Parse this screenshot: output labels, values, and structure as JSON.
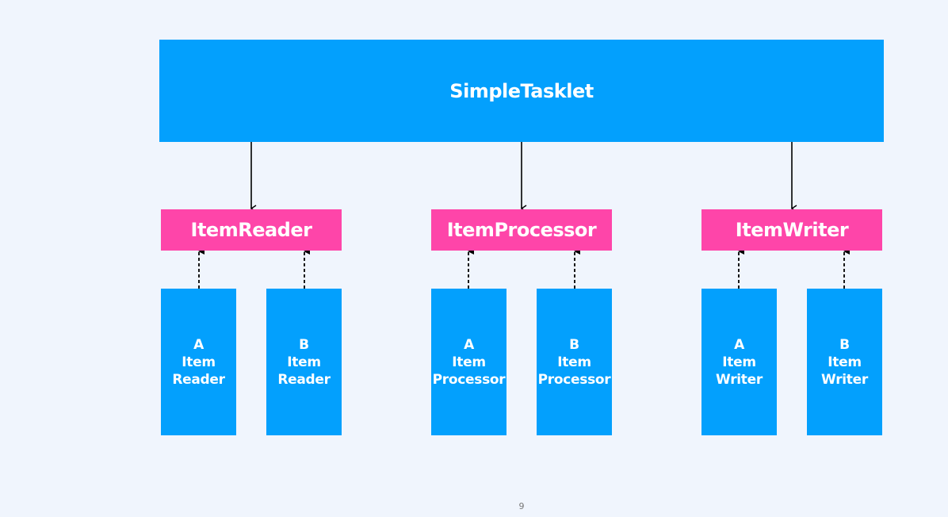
{
  "top": {
    "label": "SimpleTasklet"
  },
  "interfaces": [
    {
      "label": "ItemReader"
    },
    {
      "label": "ItemProcessor"
    },
    {
      "label": "ItemWriter"
    }
  ],
  "implementations": [
    {
      "letter": "A",
      "line1": "Item",
      "line2": "Reader"
    },
    {
      "letter": "B",
      "line1": "Item",
      "line2": "Reader"
    },
    {
      "letter": "A",
      "line1": "Item",
      "line2": "Processor"
    },
    {
      "letter": "B",
      "line1": "Item",
      "line2": "Processor"
    },
    {
      "letter": "A",
      "line1": "Item",
      "line2": "Writer"
    },
    {
      "letter": "B",
      "line1": "Item",
      "line2": "Writer"
    }
  ],
  "page_number": "9",
  "colors": {
    "background": "#f0f5fd",
    "top_box": "#03a0fd",
    "interface_box": "#fe45a9",
    "implementation_box": "#03a0fd",
    "arrow": "#000000"
  }
}
